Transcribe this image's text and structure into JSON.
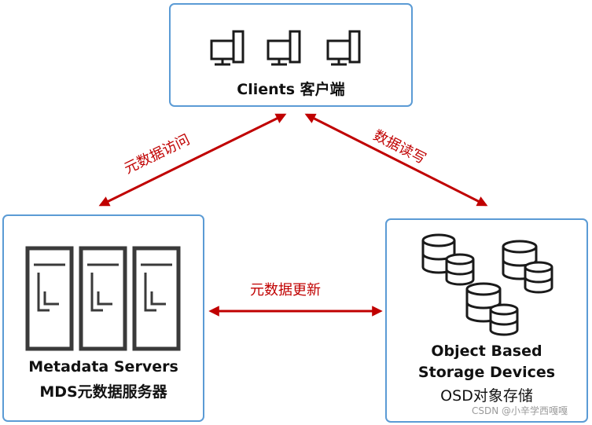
{
  "nodes": {
    "clients": {
      "label": "Clients 客户端"
    },
    "mds": {
      "label_line1": "Metadata Servers",
      "label_line2": "MDS元数据服务器"
    },
    "osd": {
      "label_line1": "Object Based",
      "label_line2": "Storage Devices",
      "label_line3": "OSD对象存储"
    }
  },
  "edges": {
    "clients_mds": "元数据访问",
    "clients_osd": "数据读写",
    "mds_osd": "元数据更新"
  },
  "watermark": "CSDN @小辛学西嘎嘎",
  "colors": {
    "box_border": "#5b9bd5",
    "arrow": "#c00000",
    "icon": "#1a1a1a"
  }
}
